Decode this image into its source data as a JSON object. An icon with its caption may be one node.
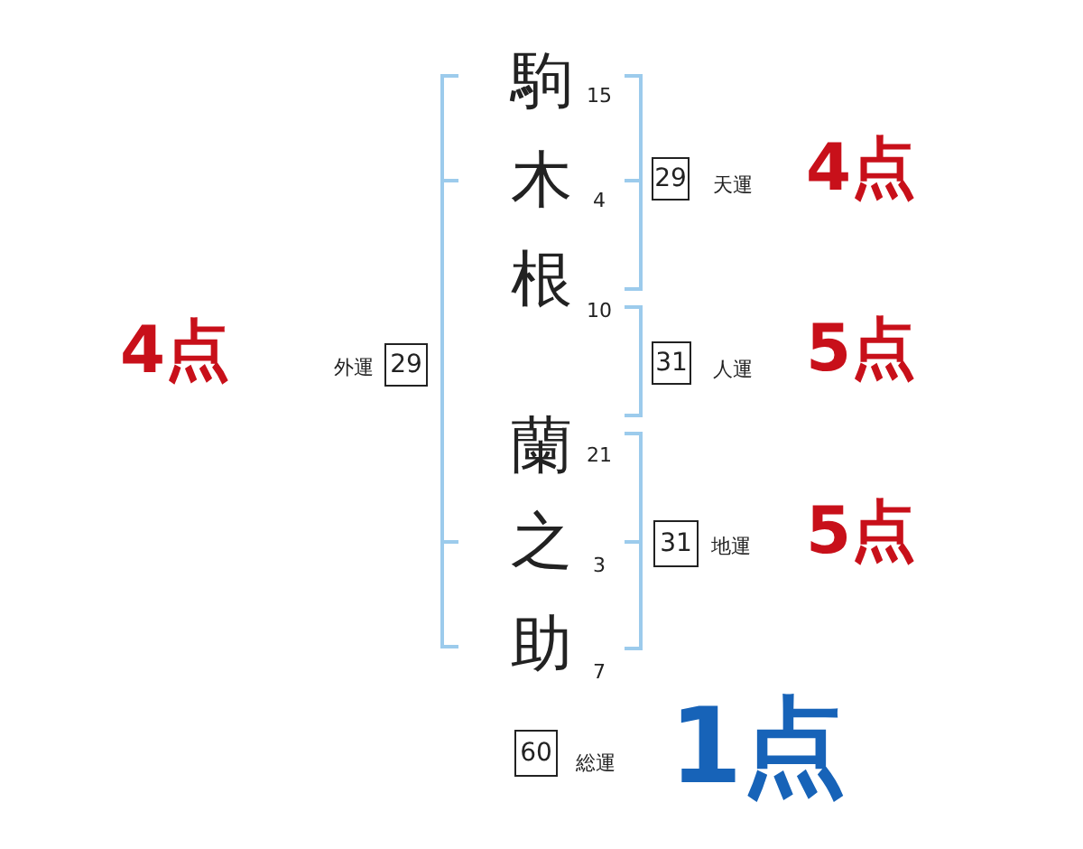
{
  "diagram": {
    "nodes": [
      {
        "text": [
          "29"
        ],
        "beside": [
          "天運"
        ]
      },
      {
        "text": [
          "29"
        ],
        "beside": [
          "外運"
        ]
      },
      {
        "text": [
          "31"
        ],
        "beside": [
          "人運"
        ]
      },
      {
        "text": [
          "31"
        ],
        "beside": [
          "地運"
        ]
      },
      {
        "text": [
          "60"
        ],
        "beside": [
          "総運"
        ]
      }
    ],
    "labels": [
      "駒",
      "15",
      "木",
      "4",
      "根",
      "10",
      "蘭",
      "21",
      "之",
      "3",
      "助",
      "7",
      "4点",
      "4点",
      "5点",
      "5点",
      "1点"
    ]
  }
}
